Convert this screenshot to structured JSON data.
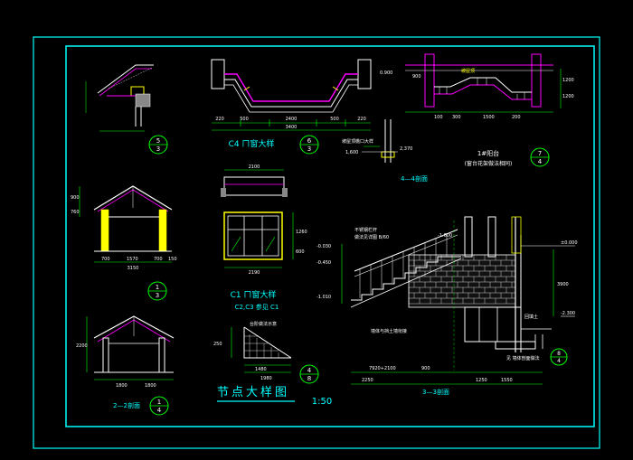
{
  "sheet": {
    "main_title": "节点大样图",
    "scale": "1:50"
  },
  "details": {
    "d5": {
      "id": "5",
      "sheet": "3"
    },
    "c4": {
      "title": "C4 ㄇ窗大样",
      "id": "6",
      "sheet": "3",
      "dims_bottom": [
        "220",
        "500",
        "2400",
        "500",
        "220"
      ],
      "dim_total": "3400",
      "level_right": "0.900"
    },
    "rail": {
      "title": "1#阳台",
      "subtitle": "(窗台花架做法相同)",
      "id": "7",
      "sheet": "4",
      "dims_bottom": [
        "100",
        "300",
        "1500",
        "200"
      ],
      "dims_top": [
        "1200",
        "1200"
      ],
      "note": "坡屋顶",
      "label_side": "900"
    },
    "d44": {
      "title": "4—4剖面",
      "dims": [
        "2,370",
        "1,600"
      ],
      "note": "坡屋顶檐口大样"
    },
    "d1": {
      "id": "1",
      "sheet": "3",
      "dims_bottom": [
        "700",
        "1570",
        "700",
        "150"
      ],
      "dim_total": "3150",
      "dims_left": [
        "900",
        "760"
      ]
    },
    "c1": {
      "title": "C1 ㄇ窗大样",
      "note": "C2,C3 参见 C1",
      "dim_top": "2100",
      "dim_bottom": "2190",
      "dims_right": [
        "1260",
        "600"
      ]
    },
    "stair": {
      "title": "3—3剖面",
      "id": "8",
      "sheet": "4",
      "note_top": "不锈钢栏杆",
      "note_top2": "做法见详图 B/60",
      "levels": [
        "-0.030",
        "-0.450",
        "-1.010",
        "-1.600",
        "±0.000",
        "-2.300"
      ],
      "dims_bottom": [
        "7920+2100",
        "2250",
        "900",
        "1250",
        "1550"
      ],
      "note_wall": "墙体与挡土墙衔接",
      "note_bottom": "见 墙体剖面做法",
      "label_right": "回填土",
      "side_dim": "3900"
    },
    "d22": {
      "title": "2—2剖面",
      "id": "1",
      "sheet": "4",
      "dims_bottom": [
        "1800",
        "1800"
      ],
      "dims_left": [
        "2200"
      ]
    },
    "d48": {
      "id": "4",
      "sheet": "8",
      "note": "台阶做法示意",
      "dims_bottom": [
        "1480",
        "1980"
      ],
      "dim_top": "250"
    }
  },
  "colors": {
    "frame": "#00ffff",
    "line": "#ffffff",
    "dim": "#00ff00",
    "accent": "#ff00ff",
    "warn": "#ffff00",
    "red": "#ff3333"
  }
}
